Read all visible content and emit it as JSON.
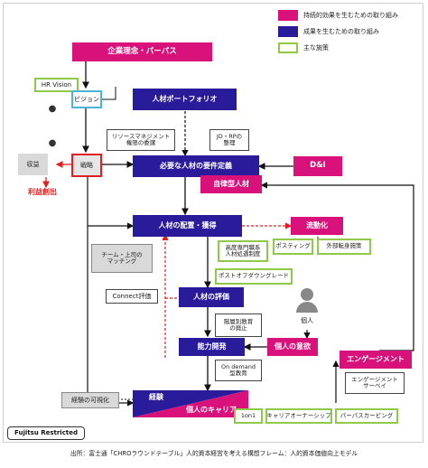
{
  "legend": {
    "pink": "持続的効果を生むための取り組み",
    "navy": "成果を生むための取り組み",
    "green": "主な施策"
  },
  "boxes": {
    "purpose": "企業理念・パーパス",
    "hr_vision": "HR Vision",
    "vision": "ビジョン",
    "strategy": "戦略",
    "revenue": "収益",
    "profit": "利益創出",
    "portfolio": "人材ポートフォリオ",
    "resource_mgmt": "リソースマネジメント\n権限の委譲",
    "jd_rp": "JD・RPの\n整理",
    "requirements": "必要な人材の要件定義",
    "dni": "D&I",
    "autonomous": "自律型人材",
    "placement": "人材の配置・獲得",
    "mobility": "流動化",
    "team_matching": "チーム・上司の\nマッチング",
    "specialist": "高度専門職系\n人材処遇制度",
    "posting": "ポスティング",
    "external": "外部転身施策",
    "post_off": "ポストオフダウングレード",
    "connect": "Connect評価",
    "evaluation": "人材の評価",
    "individual": "個人",
    "abolish": "階層別教育\nの廃止",
    "capability": "能力開発",
    "motivation": "個人の意欲",
    "engagement": "エンゲージメント",
    "on_demand": "On demand\n型教育",
    "survey": "エンゲージメント\nサーベイ",
    "visualize": "経験の可視化",
    "experience": "経験",
    "career": "個人のキャリア",
    "one_on_one": "1on1",
    "career_owner": "キャリアオーナーシップ",
    "purpose_carving": "パーパスカービング"
  },
  "footer": {
    "restricted": "Fujitsu Restricted",
    "source": "出所：富士通「CHROラウンドテーブル」人的資本経営を考える構想フレーム：人的資本価値向上モデル"
  },
  "colors": {
    "navy": "#2a1b9a",
    "pink": "#d8127a",
    "green": "#8fc94a",
    "red": "#e02020"
  }
}
